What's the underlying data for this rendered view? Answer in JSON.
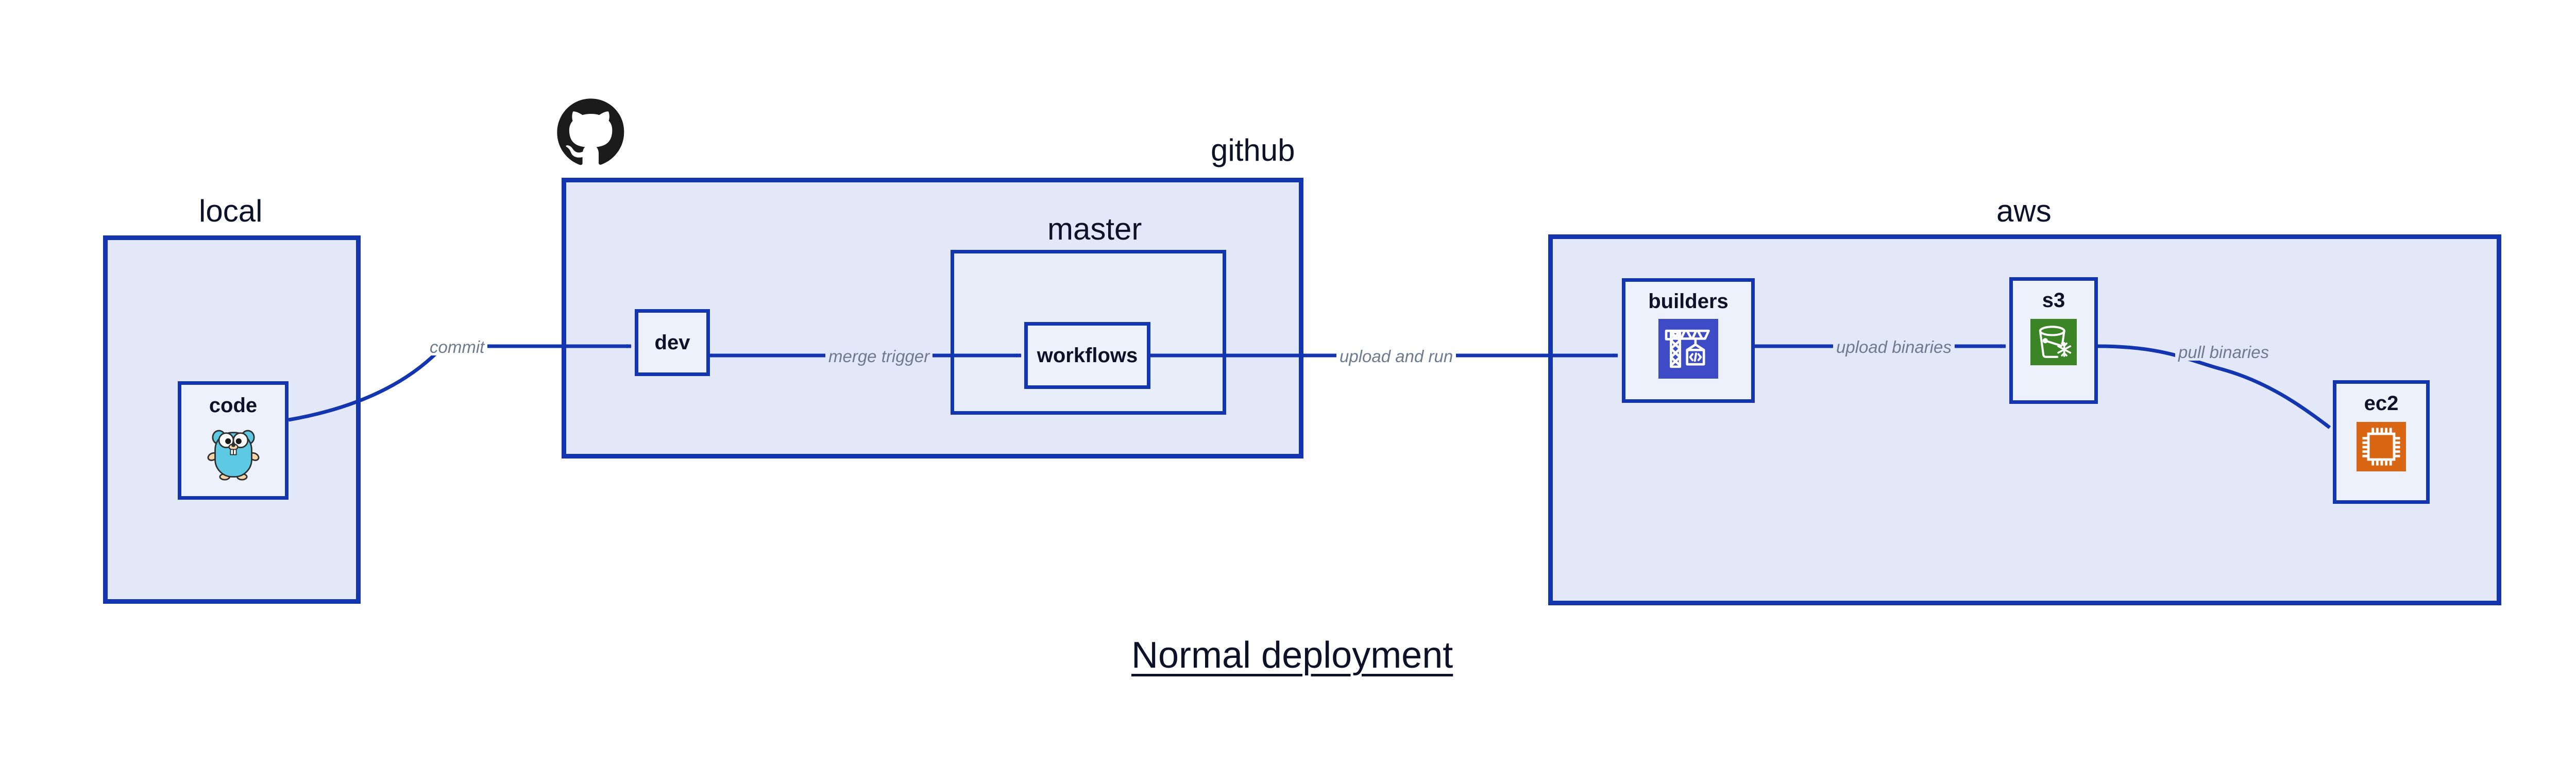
{
  "title": "Normal deployment",
  "palette": {
    "group_border": "#1435B0",
    "group_fill": "#E2E8F8",
    "node_fill": "#EDF1FB",
    "subgroup_fill": "#E8EDFA",
    "text_dark": "#0D1228",
    "edge_label": "#6E7A8F",
    "arrow": "#1435B0",
    "github_black": "#1B1B1B",
    "codebuild_indigo": "#3D4BC7",
    "s3_green": "#3C8527",
    "ec2_orange": "#D86613",
    "gopher_cyan": "#5DC9E2",
    "gopher_tan": "#F6D5A8"
  },
  "groups": [
    {
      "id": "local",
      "label": "local"
    },
    {
      "id": "github",
      "label": "github"
    },
    {
      "id": "aws",
      "label": "aws"
    }
  ],
  "subgroups": [
    {
      "id": "master",
      "label": "master",
      "parent": "github"
    }
  ],
  "nodes": [
    {
      "id": "code",
      "label": "code",
      "icon": "go-gopher-icon",
      "group": "local"
    },
    {
      "id": "dev",
      "label": "dev",
      "icon": null,
      "group": "github"
    },
    {
      "id": "workflows",
      "label": "workflows",
      "icon": null,
      "group": "master"
    },
    {
      "id": "builders",
      "label": "builders",
      "icon": "aws-codebuild-icon",
      "group": "aws"
    },
    {
      "id": "s3",
      "label": "s3",
      "icon": "aws-s3-bucket-icon",
      "group": "aws"
    },
    {
      "id": "ec2",
      "label": "ec2",
      "icon": "aws-ec2-chip-icon",
      "group": "aws"
    }
  ],
  "edges": [
    {
      "id": "commit",
      "label": "commit",
      "from": "code",
      "to": "dev"
    },
    {
      "id": "merge-trigger",
      "label": "merge trigger",
      "from": "dev",
      "to": "workflows"
    },
    {
      "id": "upload-and-run",
      "label": "upload and run",
      "from": "workflows",
      "to": "builders"
    },
    {
      "id": "upload-binaries",
      "label": "upload binaries",
      "from": "builders",
      "to": "s3"
    },
    {
      "id": "pull-binaries",
      "label": "pull binaries",
      "from": "s3",
      "to": "ec2"
    }
  ],
  "logos": [
    {
      "id": "github-octocat",
      "name": "github-octocat-icon"
    }
  ]
}
